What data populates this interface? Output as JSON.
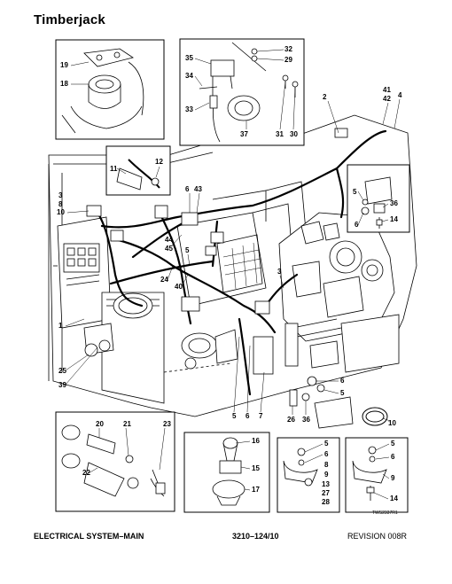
{
  "header": {
    "brand": "Timberjack"
  },
  "figure": {
    "figure_id": "TWS2337R1",
    "callouts": {
      "c19": "19",
      "c18": "18",
      "c35": "35",
      "c34": "34",
      "c33": "33",
      "c32": "32",
      "c29": "29",
      "c37": "37",
      "c31": "31",
      "c30": "30",
      "c2": "2",
      "c41": "41",
      "c42": "42",
      "c4": "4",
      "c11": "11",
      "c12": "12",
      "c3": "3",
      "c8": "8",
      "c10": "10",
      "c6a": "6",
      "c43": "43",
      "c44": "44",
      "c45": "45",
      "c5a": "5",
      "c24": "24",
      "c40": "40",
      "c5b": "5",
      "c36a": "36",
      "c6b": "6",
      "c14a": "14",
      "c3b": "3",
      "c1": "1",
      "c25": "25",
      "c39": "39",
      "c5c": "5",
      "c6c": "6",
      "c7": "7",
      "c6d": "6",
      "c5d": "5",
      "c26": "26",
      "c36b": "36",
      "c10b": "10",
      "c20": "20",
      "c21": "21",
      "c23": "23",
      "c22": "22",
      "c16": "16",
      "c15": "15",
      "c17": "17",
      "c5e": "5",
      "c6e": "6",
      "c8b": "8",
      "c9a": "9",
      "c13": "13",
      "c27": "27",
      "c28": "28",
      "c5f": "5",
      "c6f": "6",
      "c9b": "9",
      "c14b": "14"
    }
  },
  "footer": {
    "left": "ELECTRICAL SYSTEM–MAIN",
    "center": "3210–124/10",
    "right": "REVISION 008R"
  }
}
